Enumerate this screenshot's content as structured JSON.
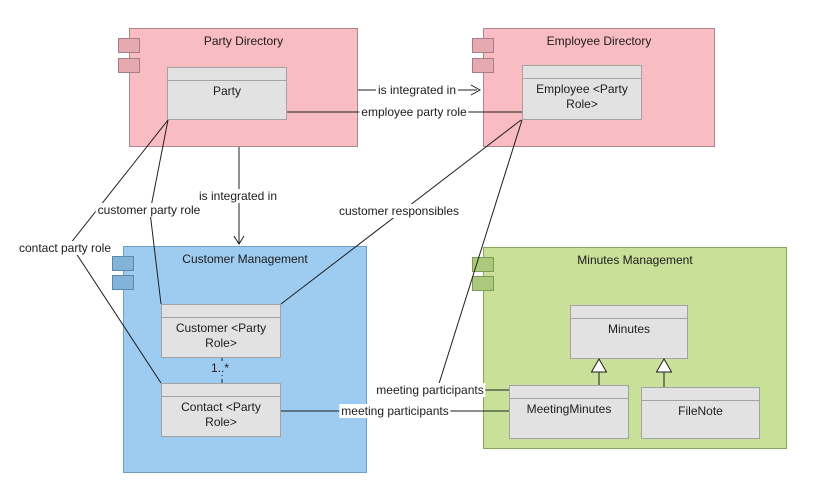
{
  "components": {
    "party_directory": {
      "title": "Party Directory"
    },
    "employee_directory": {
      "title": "Employee Directory"
    },
    "customer_management": {
      "title": "Customer Management"
    },
    "minutes_management": {
      "title": "Minutes Management"
    }
  },
  "classes": {
    "party": {
      "name": "Party"
    },
    "employee": {
      "name": "Employee <Party Role>"
    },
    "customer": {
      "name": "Customer <Party Role>"
    },
    "contact": {
      "name": "Contact <Party Role>"
    },
    "minutes": {
      "name": "Minutes"
    },
    "meeting_minutes": {
      "name": "MeetingMinutes"
    },
    "file_note": {
      "name": "FileNote"
    }
  },
  "connectors": {
    "is_integrated_in_top": {
      "label": "is integrated in",
      "from": "Party Directory",
      "to": "Employee Directory",
      "end": "open-arrow"
    },
    "employee_party_role": {
      "label": "employee party role",
      "from": "Party",
      "to": "Employee <Party Role>"
    },
    "is_integrated_in_vertical": {
      "label": "is integrated in",
      "from": "Party Directory",
      "to": "Customer Management",
      "end": "open-arrow"
    },
    "customer_party_role": {
      "label": "customer party role",
      "from": "Party",
      "to": "Customer <Party Role>"
    },
    "contact_party_role": {
      "label": "contact party role",
      "from": "Party",
      "to": "Contact <Party Role>"
    },
    "customer_responsibles": {
      "label": "customer responsibles",
      "from": "Employee <Party Role>",
      "to": "Customer <Party Role>"
    },
    "meeting_participants_upper": {
      "label": "meeting participants",
      "from": "Employee <Party Role>",
      "to": "MeetingMinutes"
    },
    "meeting_participants_lower": {
      "label": "meeting participants",
      "from": "Contact <Party Role>",
      "to": "MeetingMinutes"
    },
    "multiplicity": {
      "label": "1..*",
      "from": "Customer <Party Role>",
      "to": "Contact <Party Role>",
      "style": "dashed"
    },
    "generalization_meeting_minutes": {
      "label": "",
      "from": "MeetingMinutes",
      "to": "Minutes",
      "end": "hollow-triangle"
    },
    "generalization_file_note": {
      "label": "",
      "from": "FileNote",
      "to": "Minutes",
      "end": "hollow-triangle"
    }
  },
  "colors": {
    "pink_fill": "#f8bcc2",
    "pink_border": "#ab868d",
    "pink_tab": "#e5a9b0",
    "blue_fill": "#9ecbf0",
    "blue_border": "#6f9fc0",
    "blue_tab": "#82b4da",
    "green_fill": "#c9e099",
    "green_border": "#8aa65c",
    "green_tab": "#abc97c",
    "class_fill": "#e2e2e2",
    "class_border": "#a3a3a3",
    "line": "#1f1f1f",
    "background": "#ffffff"
  }
}
